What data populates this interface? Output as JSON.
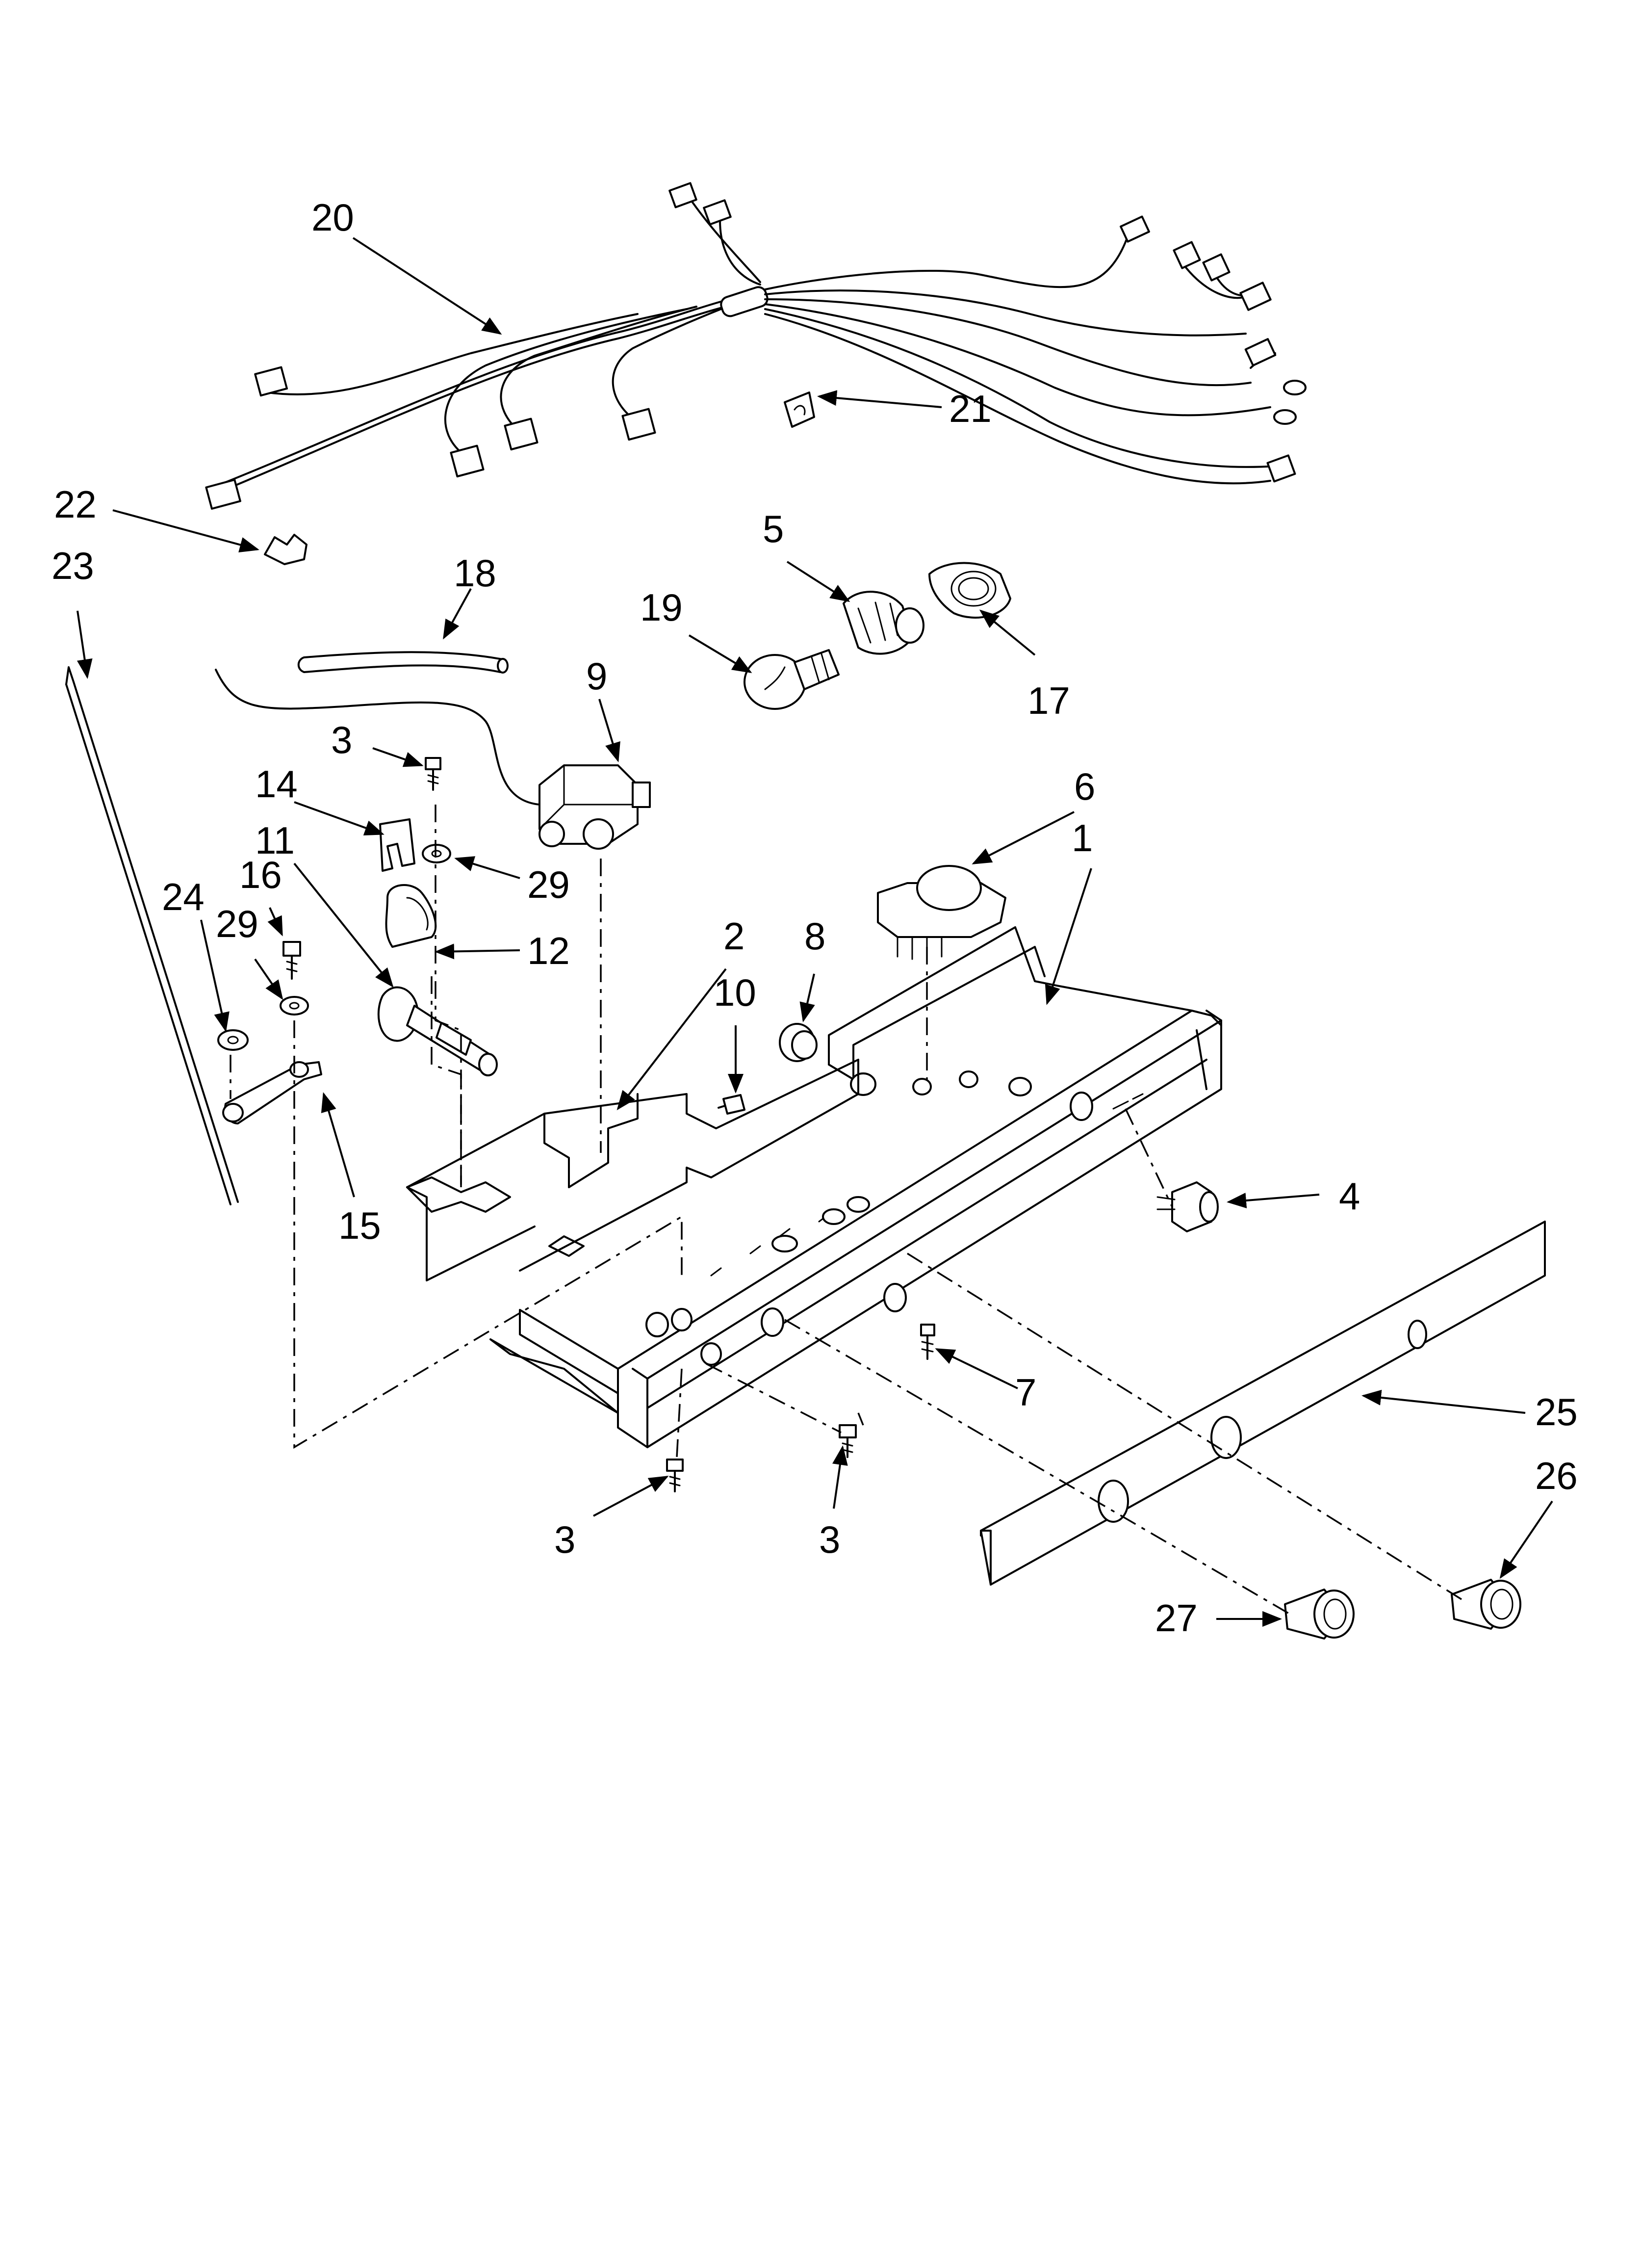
{
  "callouts": [
    {
      "id": "c20",
      "label": "20"
    },
    {
      "id": "c21",
      "label": "21"
    },
    {
      "id": "c22",
      "label": "22"
    },
    {
      "id": "c23",
      "label": "23"
    },
    {
      "id": "c18",
      "label": "18"
    },
    {
      "id": "c5",
      "label": "5"
    },
    {
      "id": "c19",
      "label": "19"
    },
    {
      "id": "c17",
      "label": "17"
    },
    {
      "id": "c9",
      "label": "9"
    },
    {
      "id": "c3a",
      "label": "3"
    },
    {
      "id": "c14",
      "label": "14"
    },
    {
      "id": "c11",
      "label": "11"
    },
    {
      "id": "c29a",
      "label": "29"
    },
    {
      "id": "c6",
      "label": "6"
    },
    {
      "id": "c1",
      "label": "1"
    },
    {
      "id": "c24",
      "label": "24"
    },
    {
      "id": "c16",
      "label": "16"
    },
    {
      "id": "c29b",
      "label": "29"
    },
    {
      "id": "c12",
      "label": "12"
    },
    {
      "id": "c2",
      "label": "2"
    },
    {
      "id": "c8",
      "label": "8"
    },
    {
      "id": "c10",
      "label": "10"
    },
    {
      "id": "c15",
      "label": "15"
    },
    {
      "id": "c4",
      "label": "4"
    },
    {
      "id": "c7",
      "label": "7"
    },
    {
      "id": "c25",
      "label": "25"
    },
    {
      "id": "c26",
      "label": "26"
    },
    {
      "id": "c3b",
      "label": "3"
    },
    {
      "id": "c3c",
      "label": "3"
    },
    {
      "id": "c27",
      "label": "27"
    }
  ]
}
